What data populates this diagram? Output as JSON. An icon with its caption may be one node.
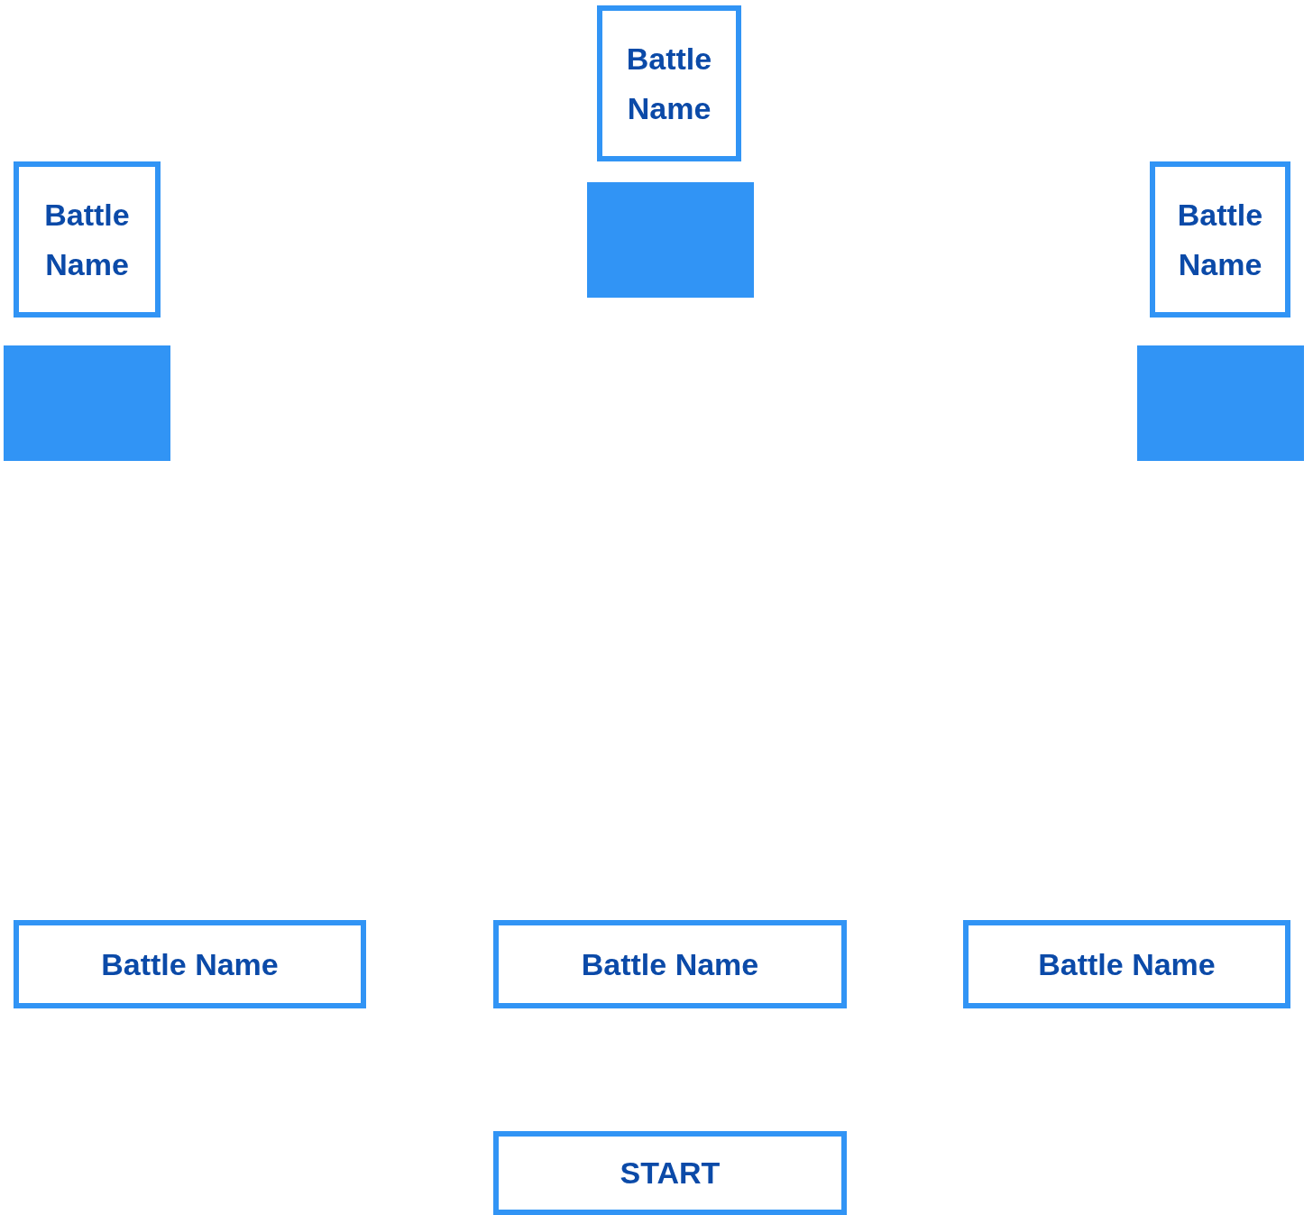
{
  "diagram": {
    "nodes": [
      {
        "text": [
          "Battle Name"
        ]
      },
      {
        "text": [],
        "shape": "box"
      },
      {
        "text": [
          "Battle Name"
        ]
      },
      {
        "text": [],
        "shape": "box"
      },
      {
        "text": [
          "Battle Name"
        ]
      },
      {
        "text": [],
        "shape": "box"
      },
      {
        "text": [
          "Battle Name"
        ]
      },
      {
        "text": [
          "Battle Name"
        ]
      },
      {
        "text": [
          "Battle Name"
        ]
      },
      {
        "text": [
          "START"
        ]
      }
    ]
  }
}
